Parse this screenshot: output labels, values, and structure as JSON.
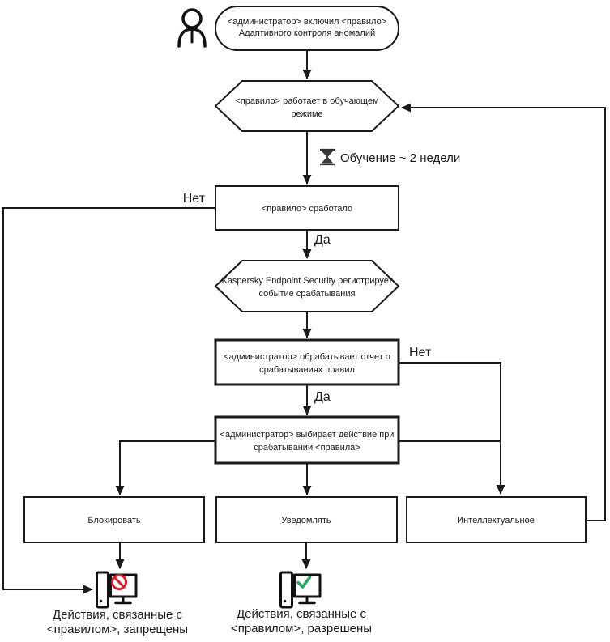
{
  "colors": {
    "line": "#1a1a1a",
    "denied_text": "#bf4b45",
    "allowed_text": "#00857d",
    "prohibit_icon": "#d6202f",
    "check_icon": "#2fa567"
  },
  "icons": {
    "person": "person-icon",
    "hourglass": "hourglass-icon",
    "computer_blocked": "computer-with-prohibition-icon",
    "computer_allowed": "computer-with-checkmark-icon"
  },
  "nodes": {
    "start": {
      "line1": "<администратор> включил <правило>",
      "line2": "Адаптивного контроля аномалий"
    },
    "learning_mode": {
      "line1": "<правило> работает в обучающем",
      "line2": "режиме"
    },
    "learning_note": "Обучение ~ 2 недели",
    "rule_triggered": "<правило> сработало",
    "event_registered": {
      "line1": "Kaspersky Endpoint Security регистрирует",
      "line2": "событие срабатывания"
    },
    "report_processing": {
      "line1": "<администратор> обрабатывает отчет о",
      "line2": "срабатываниях правил"
    },
    "choose_action": {
      "line1": "<администратор> выбирает действие при",
      "line2": "срабатывании <правила>"
    },
    "action_block": "Блокировать",
    "action_notify": "Уведомлять",
    "action_smart": "Интеллектуальное",
    "denied": {
      "line1": "Действия, связанные с",
      "line2": "<правилом>, запрещены"
    },
    "allowed": {
      "line1": "Действия, связанные с",
      "line2": "<правилом>, разрешены"
    }
  },
  "labels": {
    "no_left": "Нет",
    "yes_first": "Да",
    "no_right": "Нет",
    "yes_second": "Да"
  }
}
